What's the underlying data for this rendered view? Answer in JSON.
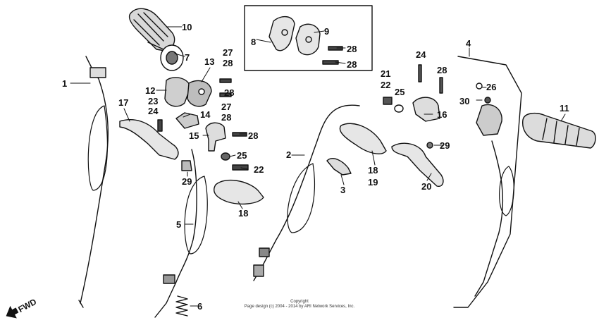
{
  "callouts": [
    {
      "id": "c1",
      "text": "1"
    },
    {
      "id": "c2",
      "text": "2"
    },
    {
      "id": "c3",
      "text": "3"
    },
    {
      "id": "c4",
      "text": "4"
    },
    {
      "id": "c5",
      "text": "5"
    },
    {
      "id": "c6",
      "text": "6"
    },
    {
      "id": "c7",
      "text": "7"
    },
    {
      "id": "c8",
      "text": "8"
    },
    {
      "id": "c9",
      "text": "9"
    },
    {
      "id": "c10",
      "text": "10"
    },
    {
      "id": "c11",
      "text": "11"
    },
    {
      "id": "c12",
      "text": "12"
    },
    {
      "id": "c13",
      "text": "13"
    },
    {
      "id": "c14",
      "text": "14"
    },
    {
      "id": "c15",
      "text": "15"
    },
    {
      "id": "c16",
      "text": "16"
    },
    {
      "id": "c17",
      "text": "17"
    },
    {
      "id": "c18a",
      "text": "18"
    },
    {
      "id": "c18b",
      "text": "18"
    },
    {
      "id": "c19",
      "text": "19"
    },
    {
      "id": "c20",
      "text": "20"
    },
    {
      "id": "c21",
      "text": "21"
    },
    {
      "id": "c22a",
      "text": "22"
    },
    {
      "id": "c22b",
      "text": "22"
    },
    {
      "id": "c23",
      "text": "23"
    },
    {
      "id": "c24a",
      "text": "24"
    },
    {
      "id": "c24b",
      "text": "24"
    },
    {
      "id": "c25a",
      "text": "25"
    },
    {
      "id": "c25b",
      "text": "25"
    },
    {
      "id": "c26",
      "text": "26"
    },
    {
      "id": "c27a",
      "text": "27"
    },
    {
      "id": "c27b",
      "text": "27"
    },
    {
      "id": "c28a",
      "text": "28"
    },
    {
      "id": "c28b",
      "text": "28"
    },
    {
      "id": "c28c",
      "text": "28"
    },
    {
      "id": "c28d",
      "text": "28"
    },
    {
      "id": "c28e",
      "text": "28"
    },
    {
      "id": "c28f",
      "text": "28"
    },
    {
      "id": "c28g",
      "text": "28"
    },
    {
      "id": "c29a",
      "text": "29"
    },
    {
      "id": "c29b",
      "text": "29"
    },
    {
      "id": "c30",
      "text": "30"
    }
  ],
  "copyright": {
    "line1": "Copyright",
    "line2": "Page design (c) 2004 - 2014 by ARI Network Services, Inc."
  },
  "direction_label": "FWD",
  "colors": {
    "ink": "#111111",
    "background": "#ffffff"
  }
}
